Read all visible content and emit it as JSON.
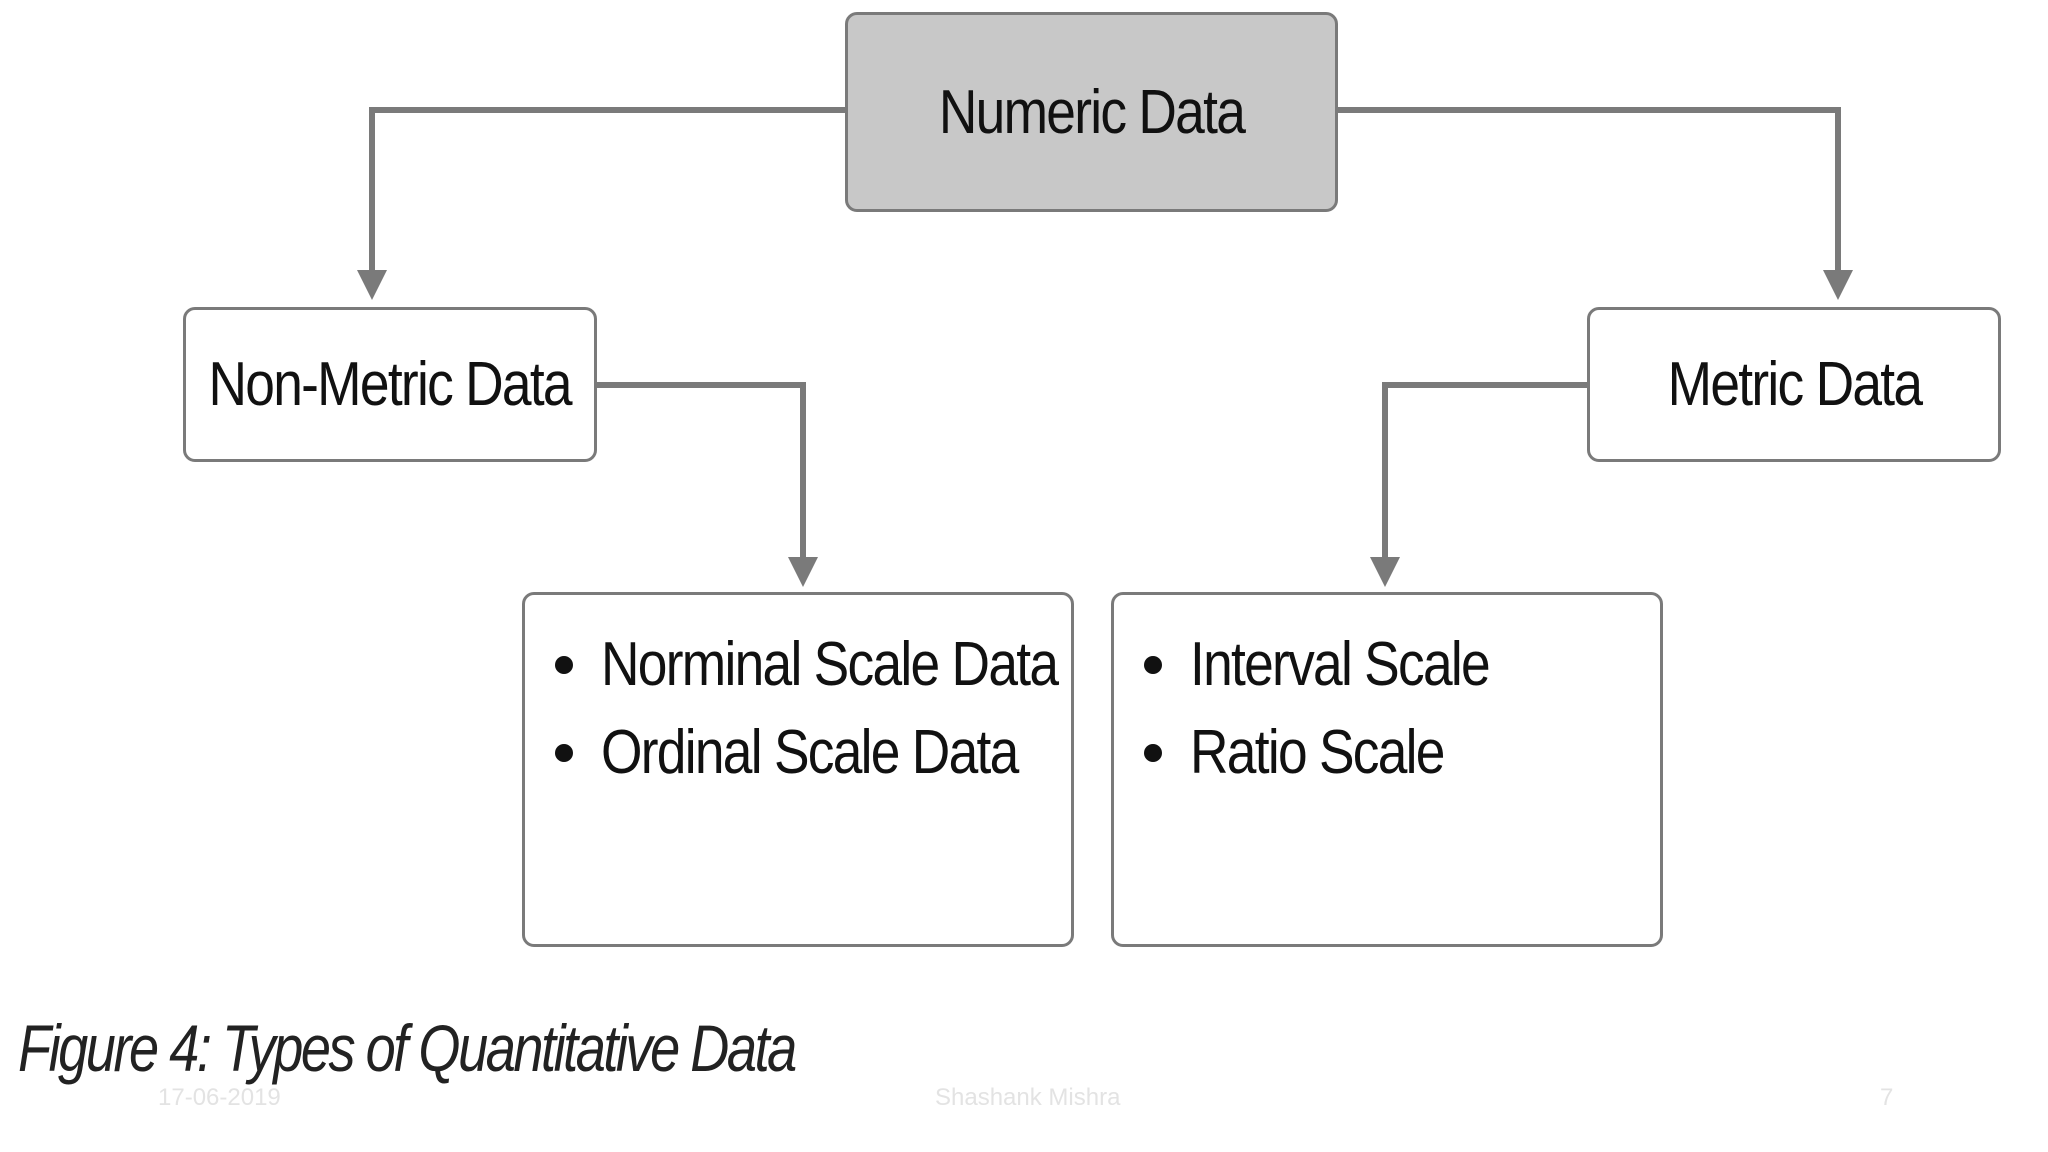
{
  "diagram": {
    "root": {
      "label": "Numeric Data"
    },
    "branches": [
      {
        "label": "Non-Metric Data",
        "items": [
          "Norminal Scale Data",
          "Ordinal Scale Data"
        ]
      },
      {
        "label": "Metric Data",
        "items": [
          "Interval Scale",
          "Ratio Scale"
        ]
      }
    ]
  },
  "caption": "Figure 4: Types of Quantitative Data",
  "footer": {
    "date": "17-06-2019",
    "author": "Shashank Mishra",
    "page": "7"
  },
  "colors": {
    "connector": "#7a7a7a",
    "root_fill": "#c8c8c8",
    "box_border": "#7a7a7a"
  }
}
